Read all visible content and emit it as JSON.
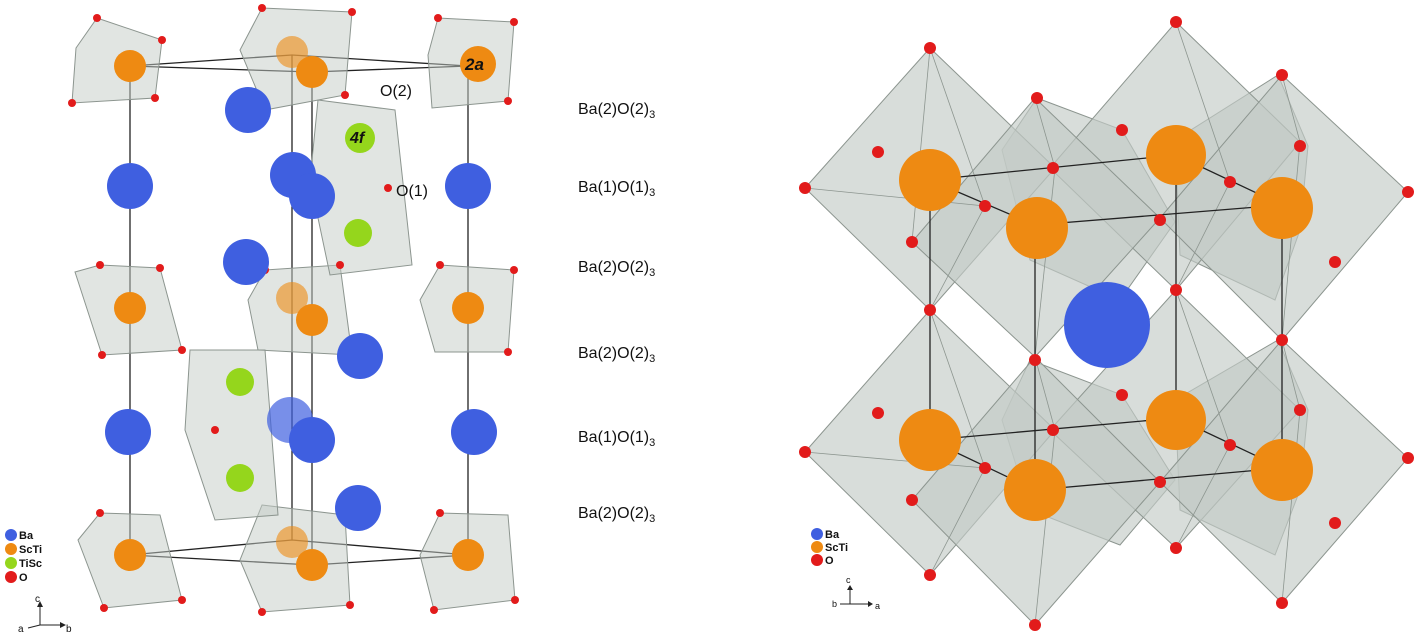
{
  "colors": {
    "Ba": "#3f5fe0",
    "ScTi": "#ee8a12",
    "TiSc": "#95d61c",
    "O": "#e21b1b",
    "octahedron_fill": "#c3cbc6",
    "octahedron_stroke": "#8c958f",
    "bond": "#222222"
  },
  "left_panel": {
    "site_labels": {
      "2a": "2a",
      "4f": "4f",
      "O2": "O(2)",
      "O1": "O(1)"
    },
    "layer_labels": [
      {
        "formula": "Ba(2)O(2)",
        "subscript": "3"
      },
      {
        "formula": "Ba(1)O(1)",
        "subscript": "3"
      },
      {
        "formula": "Ba(2)O(2)",
        "subscript": "3"
      },
      {
        "formula": "Ba(2)O(2)",
        "subscript": "3"
      },
      {
        "formula": "Ba(1)O(1)",
        "subscript": "3"
      },
      {
        "formula": "Ba(2)O(2)",
        "subscript": "3"
      }
    ],
    "legend": [
      {
        "label": "Ba",
        "color": "#3f5fe0"
      },
      {
        "label": "ScTi",
        "color": "#ee8a12"
      },
      {
        "label": "TiSc",
        "color": "#95d61c"
      },
      {
        "label": "O",
        "color": "#e21b1b"
      }
    ],
    "axes": {
      "vertical": "c",
      "left": "a",
      "right": "b"
    }
  },
  "right_panel": {
    "legend": [
      {
        "label": "Ba",
        "color": "#3f5fe0"
      },
      {
        "label": "ScTi",
        "color": "#ee8a12"
      },
      {
        "label": "O",
        "color": "#e21b1b"
      }
    ],
    "axes": {
      "vertical": "c",
      "left": "b",
      "right": "a"
    }
  }
}
